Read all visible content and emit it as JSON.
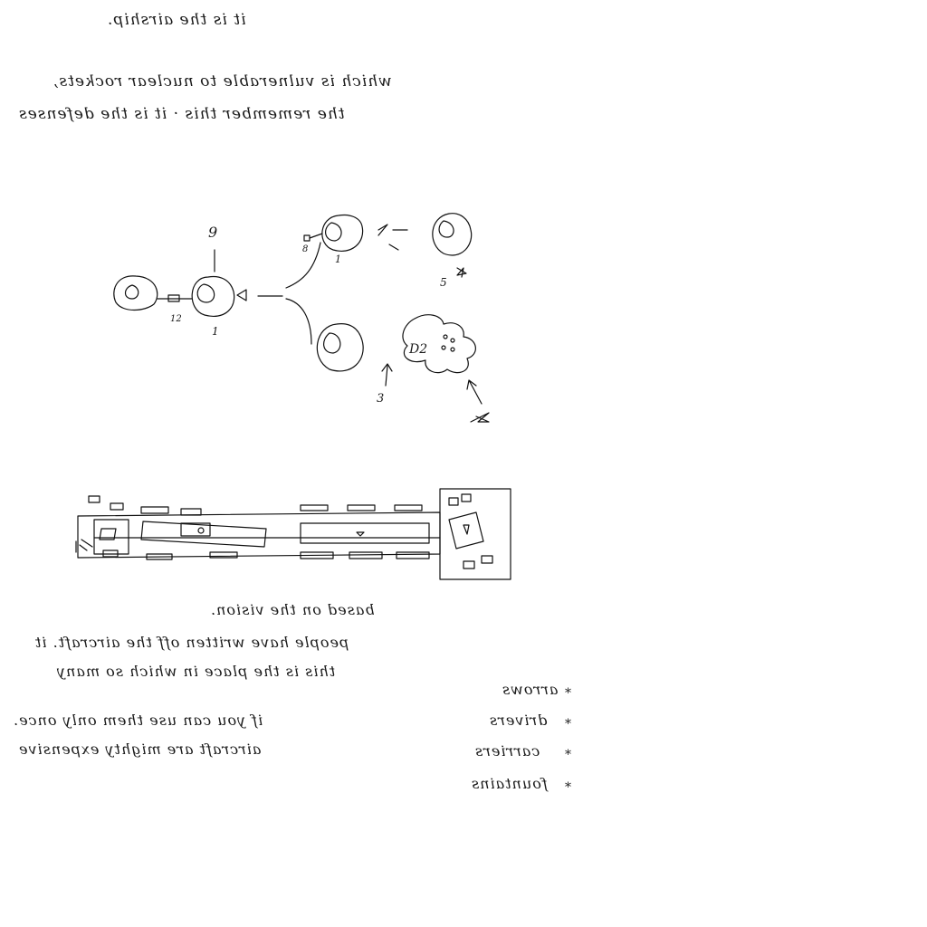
{
  "page": {
    "ink_color": "#111111",
    "background": "#ffffff"
  },
  "notes": {
    "title_line": "it is the airship.",
    "intro_line_1": "which is vulnerable to nuclear rockets,",
    "intro_line_2": "the remember this · it is the defenses",
    "caption_line_1": "this is the place in which so many",
    "caption_line_2": "people have written off the aircraft. it",
    "caption_line_3": "based on the vision.",
    "bottom_line_1": "if you can use them only once.",
    "bottom_line_2": "aircraft are mighty expensive"
  },
  "diagram_labels": {
    "circle_label_top": "9",
    "arrow_label_mid": "1",
    "arrow_label_left": "1",
    "node_label_a": "12",
    "node_label_b": "8",
    "node_label_c": "5",
    "node_label_d": "3",
    "node_label_e": "4",
    "cloud_label": "D2",
    "arrow_small": "<-"
  },
  "list": {
    "items": [
      "arrows",
      "drivers",
      "carriers",
      "fountains"
    ],
    "bullet": "*"
  }
}
